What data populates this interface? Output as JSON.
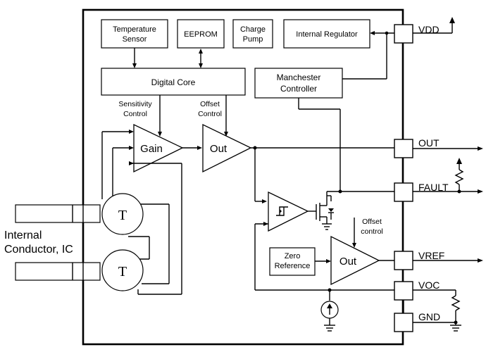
{
  "blocks": {
    "temperature_sensor": [
      "Temperature",
      "Sensor"
    ],
    "eeprom": "EEPROM",
    "charge_pump": [
      "Charge",
      "Pump"
    ],
    "internal_regulator": "Internal Regulator",
    "digital_core": "Digital Core",
    "manchester_controller": [
      "Manchester",
      "Controller"
    ],
    "zero_reference": [
      "Zero",
      "Reference"
    ]
  },
  "controls": {
    "sensitivity": [
      "Sensitivity",
      "Control"
    ],
    "offset": [
      "Offset",
      "Control"
    ],
    "offset_lower": [
      "Offset",
      "control"
    ]
  },
  "amplifiers": {
    "gain": "Gain",
    "out": "Out",
    "out_vref": "Out"
  },
  "hall_elements": {
    "top": "T",
    "bottom": "T"
  },
  "pins": [
    "VDD",
    "OUT",
    "FAULT",
    "VREF",
    "VOC",
    "GND"
  ],
  "conductor_label": [
    "Internal",
    "Conductor, IC"
  ]
}
